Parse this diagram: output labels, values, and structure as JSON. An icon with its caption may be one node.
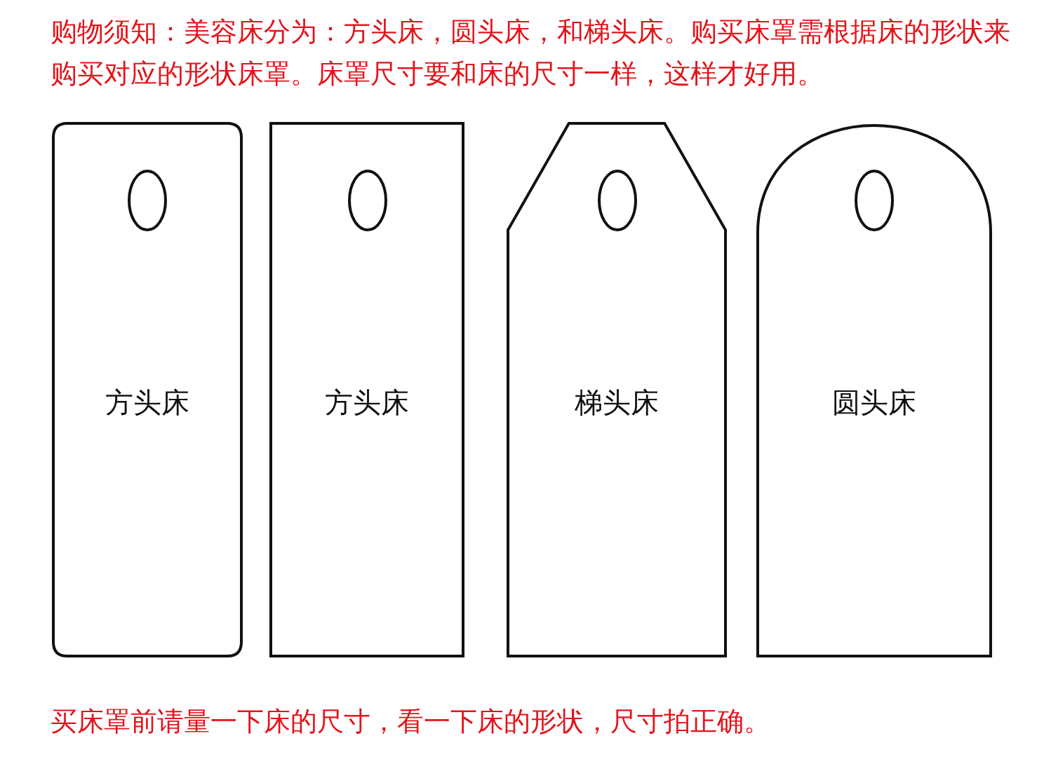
{
  "diagram": {
    "title": "购物须知：美容床分为：方头床，圆头床，和梯头床。购买床罩需根据床的形状来购买对应的形状床罩。床罩尺寸要和床的尺寸一样，这样才好用。",
    "caption": "买床罩前请量一下床的尺寸，看一下床的形状，尺寸拍正确。",
    "nodes": [
      {
        "text": [
          "方头床"
        ]
      },
      {
        "text": [
          "方头床"
        ]
      },
      {
        "text": [
          "梯头床"
        ]
      },
      {
        "text": [
          "圆头床"
        ]
      }
    ]
  }
}
